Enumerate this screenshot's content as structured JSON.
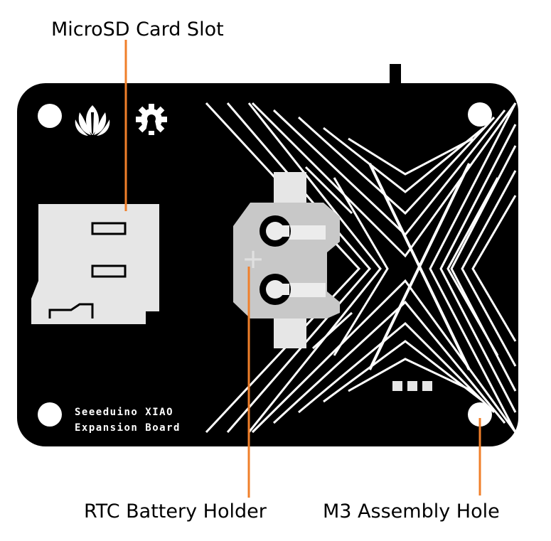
{
  "labels": {
    "microsd": "MicroSD Card Slot",
    "rtc": "RTC Battery Holder",
    "m3": "M3 Assembly Hole"
  },
  "silkscreen": {
    "line1": "Seeeduino XIAO",
    "line2": "Expansion Board",
    "plus": "+"
  },
  "icons": [
    "lotus-logo-icon",
    "gear-icon"
  ],
  "colors": {
    "board": "#000000",
    "leader": "#f07f2a",
    "component": "#e6e6e6",
    "holder": "#cccccc"
  }
}
